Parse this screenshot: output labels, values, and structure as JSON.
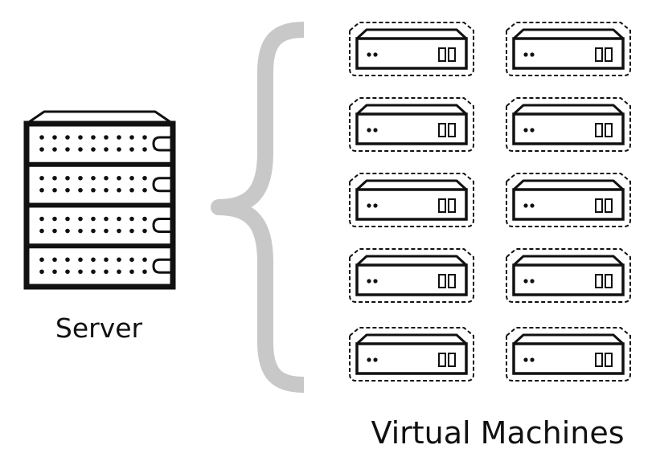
{
  "labels": {
    "server": "Server",
    "virtual_machines": "Virtual Machines"
  },
  "server": {
    "icon": "rack-server-icon",
    "units": 4,
    "stroke": "#111111"
  },
  "brace": {
    "icon": "curly-brace-icon",
    "color": "#c8c8c8"
  },
  "virtual_machines": {
    "icon": "virtual-machine-icon",
    "rows": 5,
    "columns": 2,
    "count": 10,
    "border_style": "dashed"
  }
}
